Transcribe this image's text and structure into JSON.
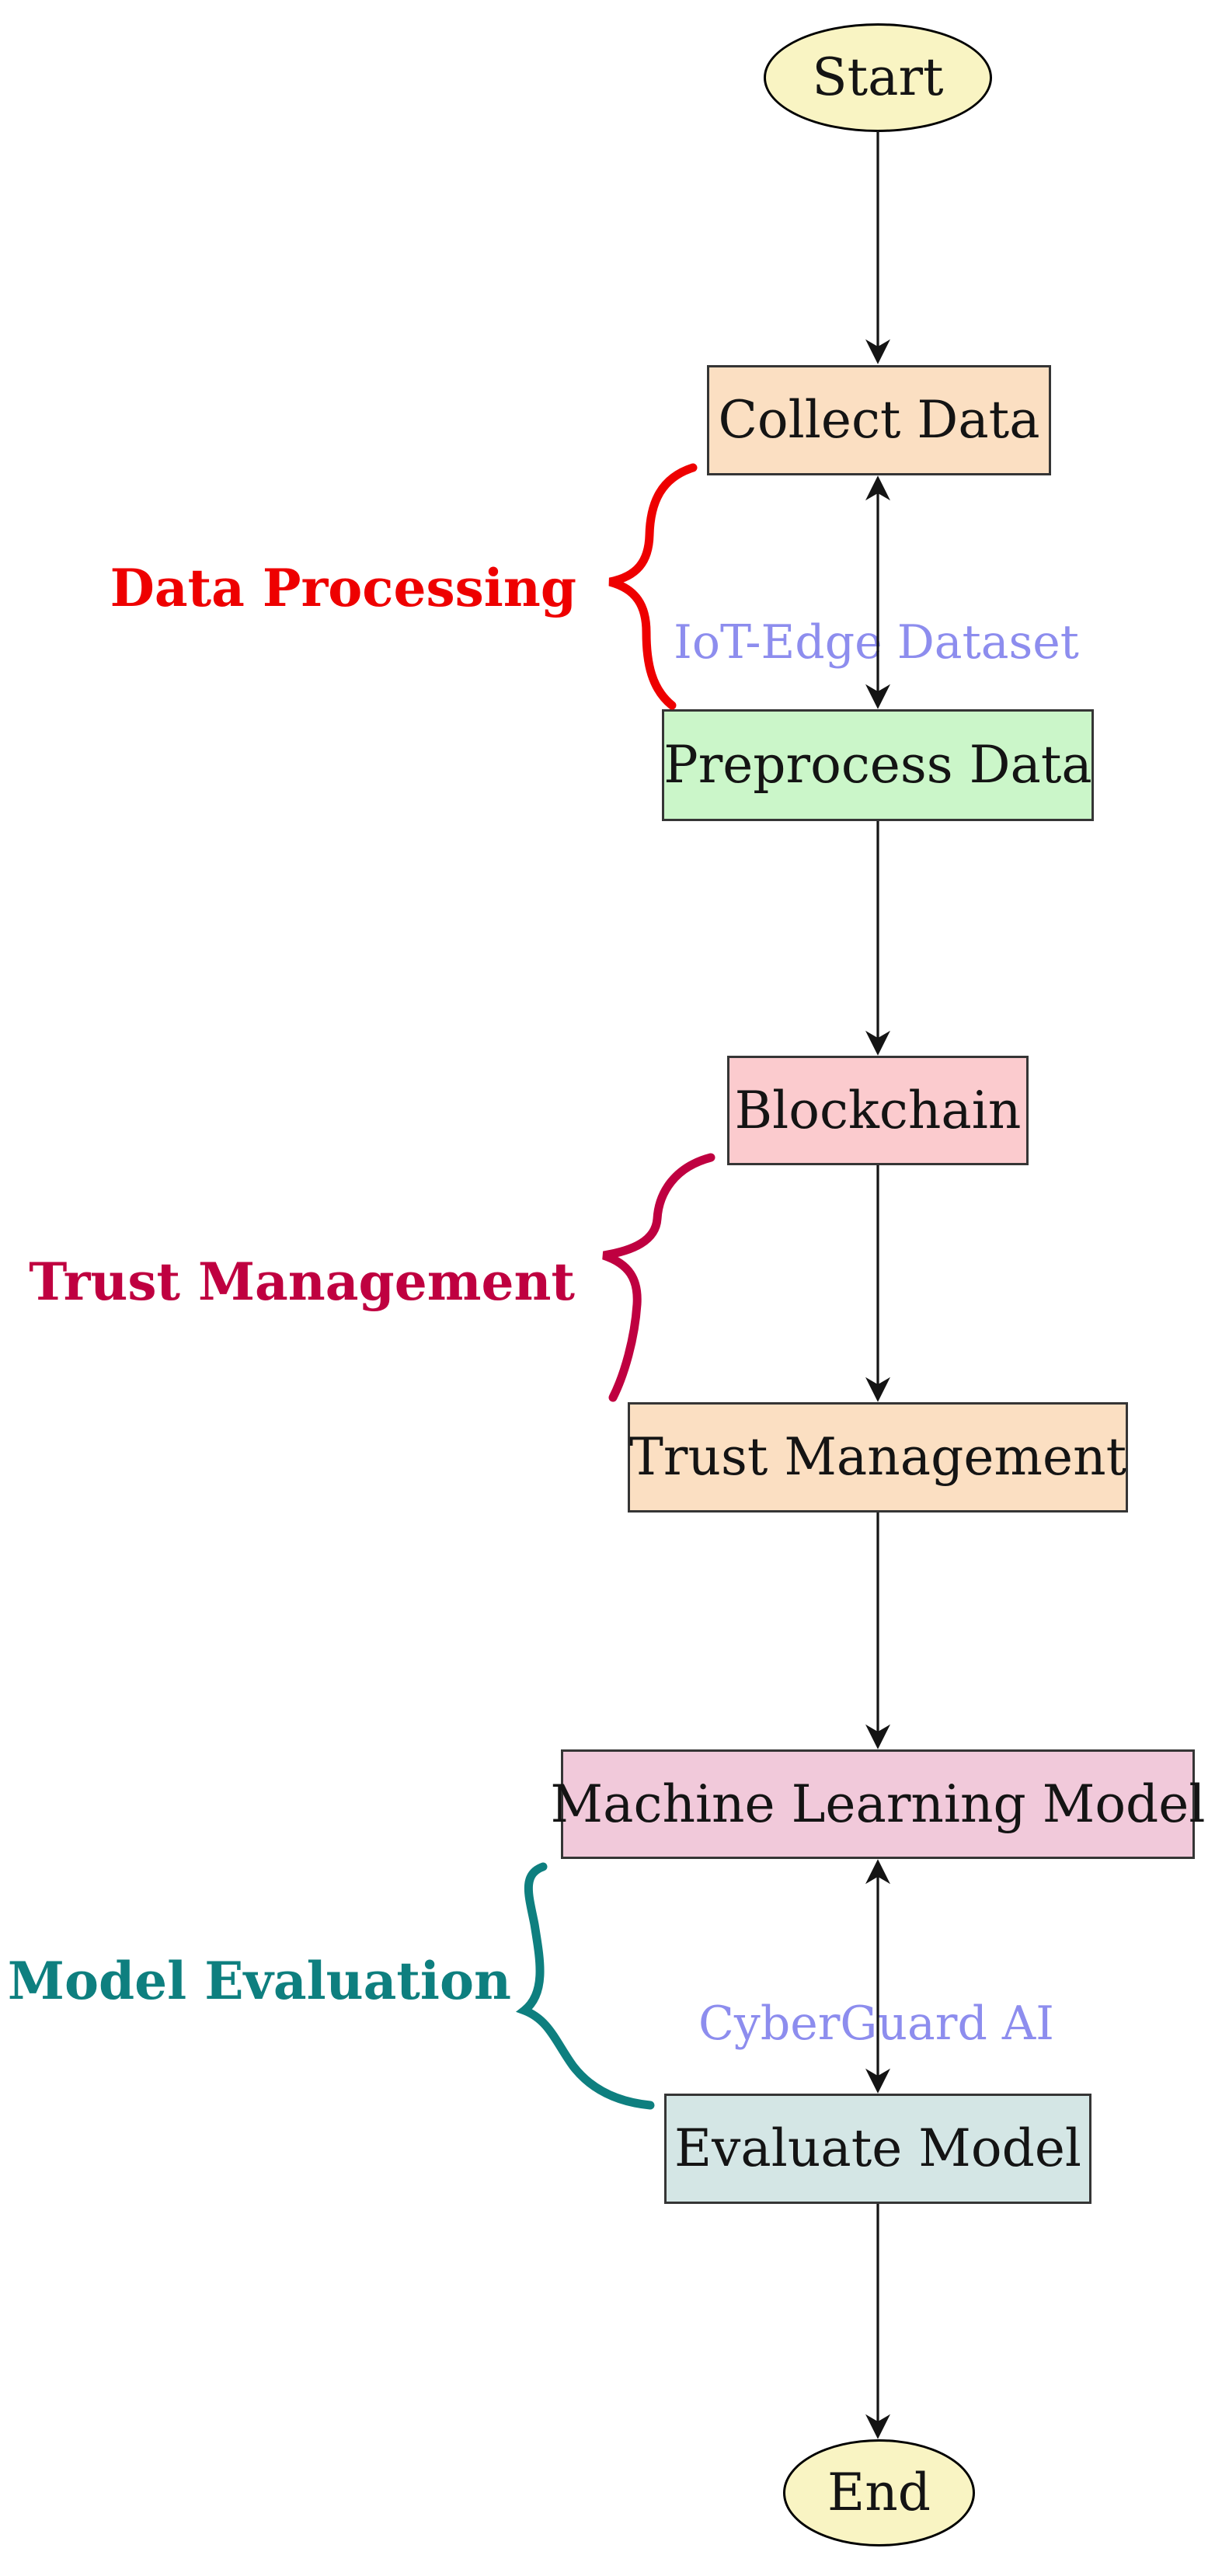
{
  "diagram": {
    "type": "flowchart",
    "background": "#ffffff",
    "arrow_color": "#141414",
    "nodes": {
      "start": {
        "label": "Start",
        "shape": "ellipse",
        "fill": "#f9f4c3"
      },
      "collect_data": {
        "label": "Collect Data",
        "shape": "rectangle",
        "fill": "#fbdfc2"
      },
      "preprocess_data": {
        "label": "Preprocess Data",
        "shape": "rectangle",
        "fill": "#cbf6c9"
      },
      "blockchain": {
        "label": "Blockchain",
        "shape": "rectangle",
        "fill": "#fbcbce"
      },
      "trust_management": {
        "label": "Trust Management",
        "shape": "rectangle",
        "fill": "#fbdfc2"
      },
      "machine_learning_model": {
        "label": "Machine Learning Model",
        "shape": "rectangle",
        "fill": "#f1c9da"
      },
      "evaluate_model": {
        "label": "Evaluate Model",
        "shape": "rectangle",
        "fill": "#d4e6e5"
      },
      "end": {
        "label": "End",
        "shape": "ellipse",
        "fill": "#f9f4c3"
      }
    },
    "edges": [
      {
        "from": "start",
        "to": "collect_data",
        "direction": "down",
        "label": ""
      },
      {
        "from": "collect_data",
        "to": "preprocess_data",
        "direction": "both",
        "label": "IoT-Edge Dataset"
      },
      {
        "from": "preprocess_data",
        "to": "blockchain",
        "direction": "down",
        "label": ""
      },
      {
        "from": "blockchain",
        "to": "trust_management",
        "direction": "down",
        "label": ""
      },
      {
        "from": "trust_management",
        "to": "machine_learning_model",
        "direction": "down",
        "label": ""
      },
      {
        "from": "machine_learning_model",
        "to": "evaluate_model",
        "direction": "both",
        "label": "CyberGuard AI"
      },
      {
        "from": "evaluate_model",
        "to": "end",
        "direction": "down",
        "label": ""
      }
    ],
    "edge_labels": {
      "iot_edge_dataset": {
        "text": "IoT-Edge Dataset",
        "color": "#8d8dee"
      },
      "cyberguard_ai": {
        "text": "CyberGuard AI",
        "color": "#8d8dee"
      }
    },
    "brace_groups": {
      "data_processing": {
        "label": "Data Processing",
        "color": "#ee0000",
        "spans": [
          "collect_data",
          "preprocess_data"
        ]
      },
      "trust_management": {
        "label": "Trust Management",
        "color": "#bf0040",
        "spans": [
          "blockchain",
          "trust_management"
        ]
      },
      "model_evaluation": {
        "label": "Model Evaluation",
        "color": "#0e7f7f",
        "spans": [
          "machine_learning_model",
          "evaluate_model"
        ]
      }
    }
  }
}
